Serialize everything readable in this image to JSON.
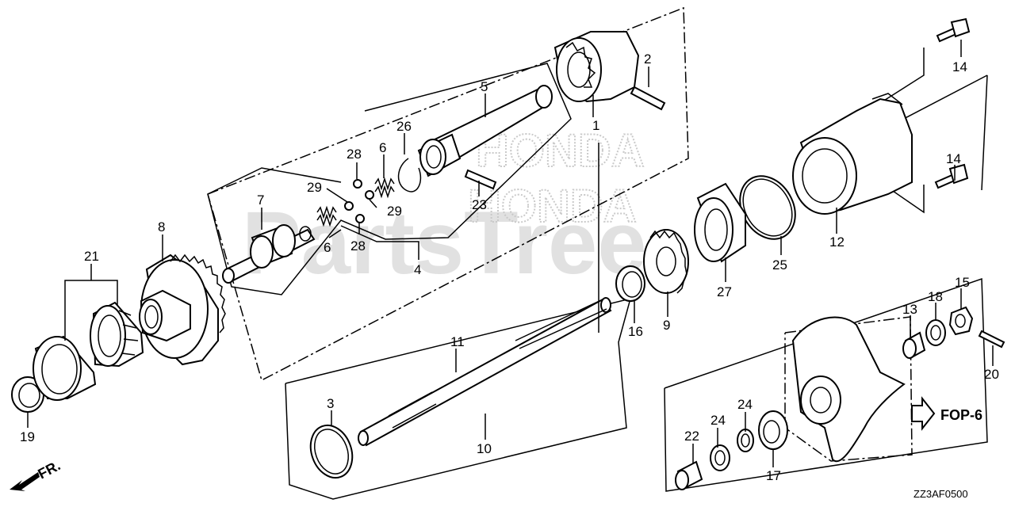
{
  "diagram": {
    "callouts": [
      {
        "id": "c1",
        "label": "1"
      },
      {
        "id": "c2",
        "label": "2"
      },
      {
        "id": "c3",
        "label": "3"
      },
      {
        "id": "c4",
        "label": "4"
      },
      {
        "id": "c5",
        "label": "5"
      },
      {
        "id": "c6a",
        "label": "6"
      },
      {
        "id": "c6b",
        "label": "6"
      },
      {
        "id": "c7",
        "label": "7"
      },
      {
        "id": "c8",
        "label": "8"
      },
      {
        "id": "c9",
        "label": "9"
      },
      {
        "id": "c10",
        "label": "10"
      },
      {
        "id": "c11",
        "label": "11"
      },
      {
        "id": "c12",
        "label": "12"
      },
      {
        "id": "c13",
        "label": "13"
      },
      {
        "id": "c14a",
        "label": "14"
      },
      {
        "id": "c14b",
        "label": "14"
      },
      {
        "id": "c15",
        "label": "15"
      },
      {
        "id": "c16",
        "label": "16"
      },
      {
        "id": "c17",
        "label": "17"
      },
      {
        "id": "c18",
        "label": "18"
      },
      {
        "id": "c19",
        "label": "19"
      },
      {
        "id": "c20",
        "label": "20"
      },
      {
        "id": "c21",
        "label": "21"
      },
      {
        "id": "c22",
        "label": "22"
      },
      {
        "id": "c23",
        "label": "23"
      },
      {
        "id": "c24a",
        "label": "24"
      },
      {
        "id": "c24b",
        "label": "24"
      },
      {
        "id": "c25",
        "label": "25"
      },
      {
        "id": "c26",
        "label": "26"
      },
      {
        "id": "c27",
        "label": "27"
      },
      {
        "id": "c28a",
        "label": "28"
      },
      {
        "id": "c28b",
        "label": "28"
      },
      {
        "id": "c29a",
        "label": "29"
      },
      {
        "id": "c29b",
        "label": "29"
      }
    ],
    "front_marker": "FR.",
    "reference": "FOP-6",
    "drawing_code": "ZZ3AF0500",
    "watermark_main": "PartsTree",
    "watermark_brand": "HONDA"
  }
}
